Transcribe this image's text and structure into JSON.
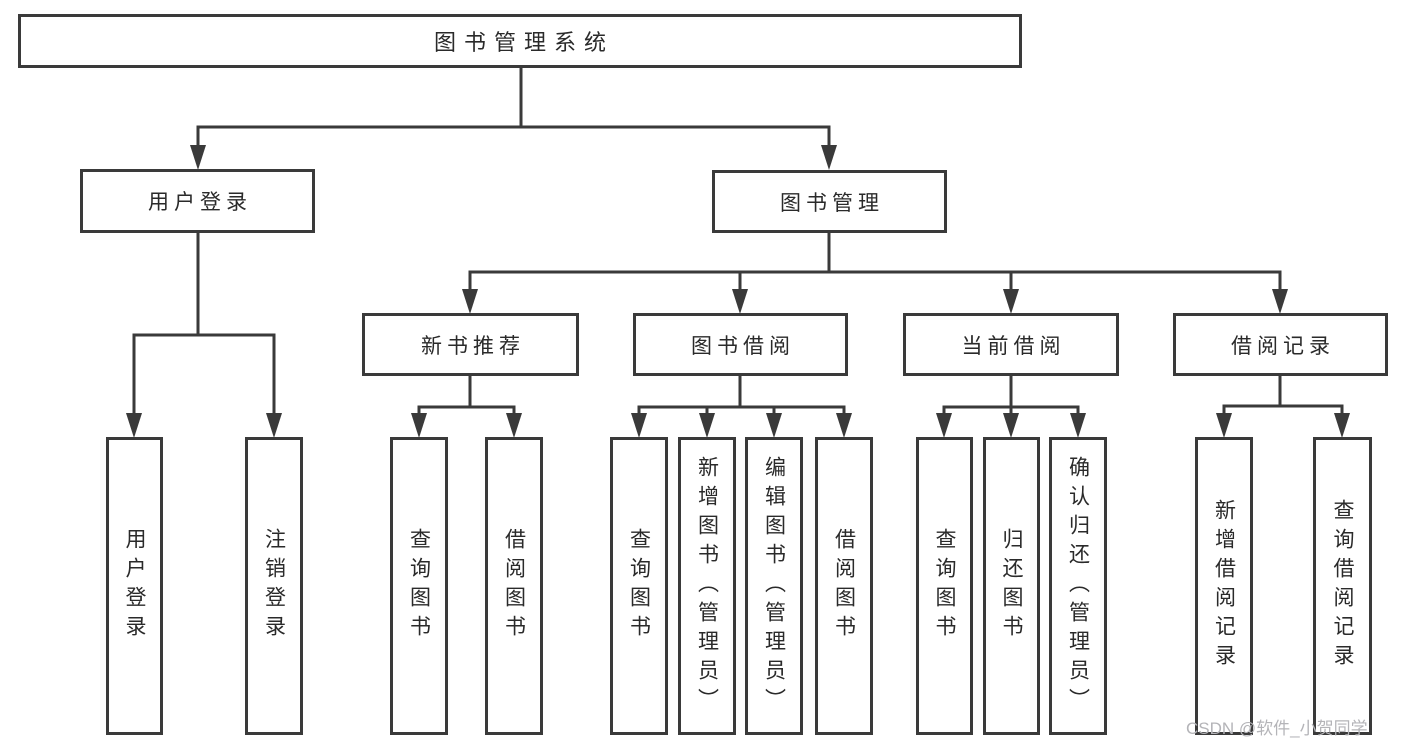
{
  "tree": {
    "label": "图书管理系统",
    "children": [
      {
        "label": "用户登录",
        "children": [
          {
            "label": "用户登录"
          },
          {
            "label": "注销登录"
          }
        ]
      },
      {
        "label": "图书管理",
        "children": [
          {
            "label": "新书推荐",
            "children": [
              {
                "label": "查询图书"
              },
              {
                "label": "借阅图书"
              }
            ]
          },
          {
            "label": "图书借阅",
            "children": [
              {
                "label": "查询图书"
              },
              {
                "label": "新增图书（管理员）"
              },
              {
                "label": "编辑图书（管理员）"
              },
              {
                "label": "借阅图书"
              }
            ]
          },
          {
            "label": "当前借阅",
            "children": [
              {
                "label": "查询图书"
              },
              {
                "label": "归还图书"
              },
              {
                "label": "确认归还（管理员）"
              }
            ]
          },
          {
            "label": "借阅记录",
            "children": [
              {
                "label": "新增借阅记录"
              },
              {
                "label": "查询借阅记录"
              }
            ]
          }
        ]
      }
    ]
  },
  "watermark": "CSDN @软件_小贺同学",
  "colors": {
    "line": "#3a3a3a",
    "text": "#2a2a2a",
    "box_background": "#ffffff",
    "watermark": "#b4b4b8",
    "page_background": "#ffffff"
  }
}
